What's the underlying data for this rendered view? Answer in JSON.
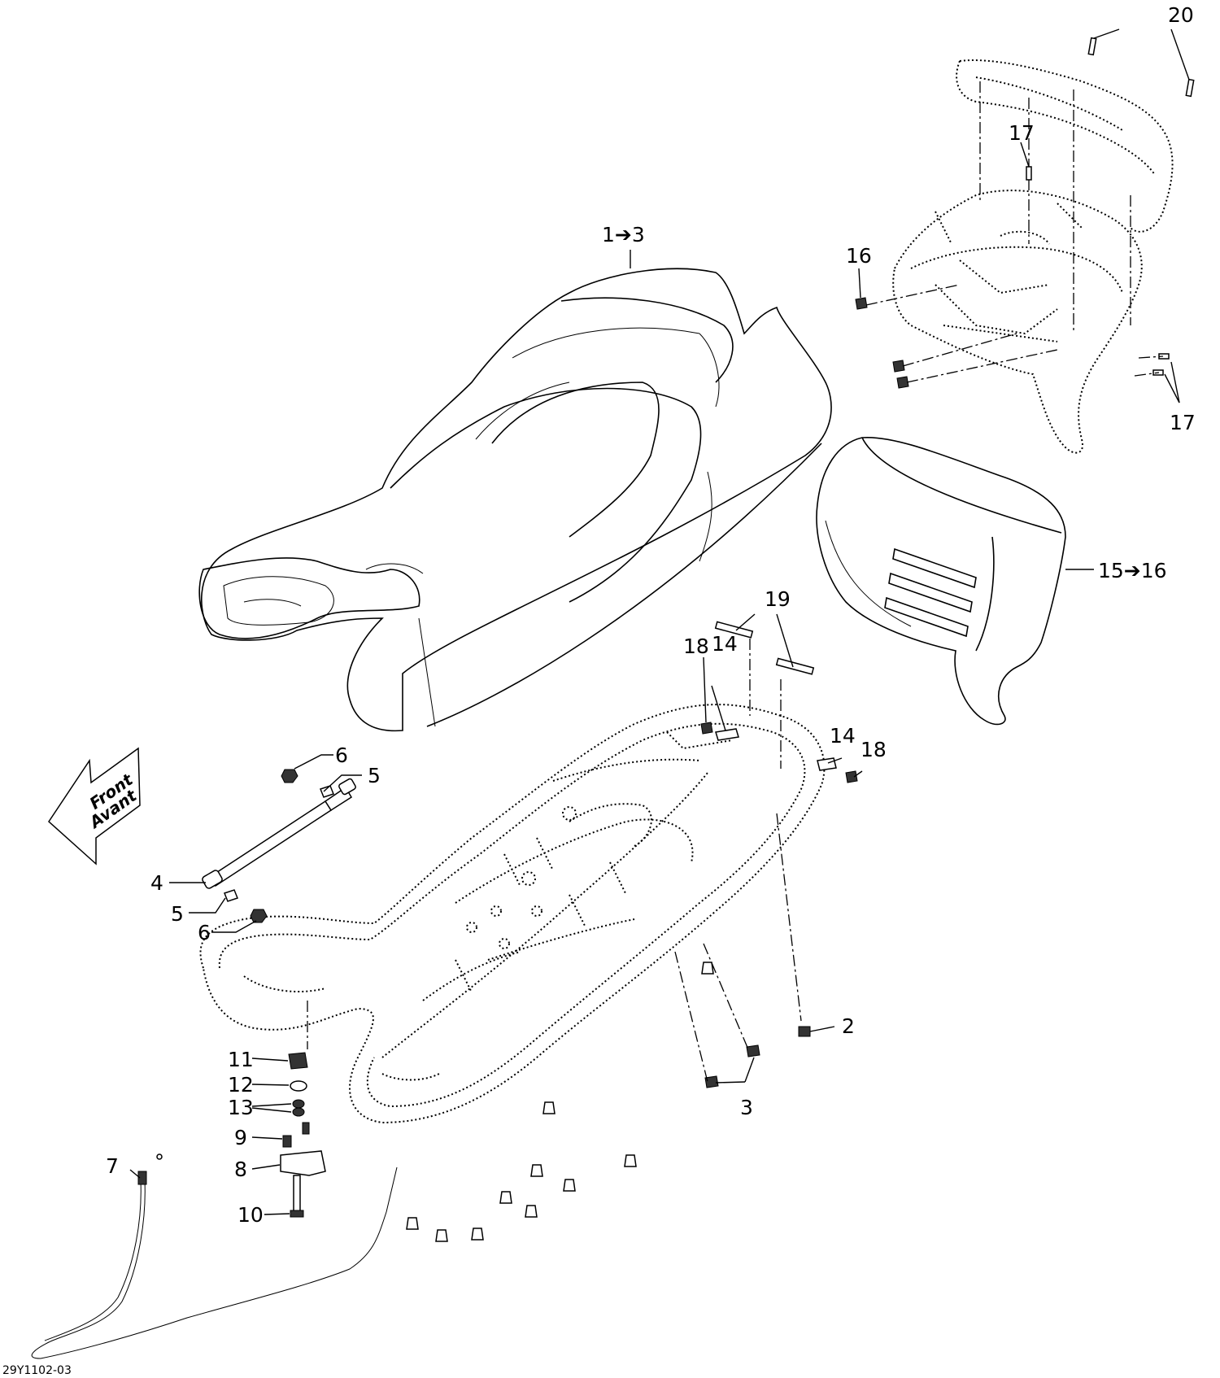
{
  "front_arrow": {
    "line1": "Front",
    "line2": "Avant"
  },
  "reference": "29Y1102-03",
  "callouts": {
    "c1_3": "1➔3",
    "c2": "2",
    "c3": "3",
    "c4": "4",
    "c5a": "5",
    "c5b": "5",
    "c6a": "6",
    "c6b": "6",
    "c7": "7",
    "c8": "8",
    "c9": "9",
    "c10": "10",
    "c11": "11",
    "c12": "12",
    "c13": "13",
    "c14a": "14",
    "c14b": "14",
    "c15_16": "15➔16",
    "c16": "16",
    "c17a": "17",
    "c17b": "17",
    "c18a": "18",
    "c18b": "18",
    "c19": "19",
    "c20": "20"
  }
}
